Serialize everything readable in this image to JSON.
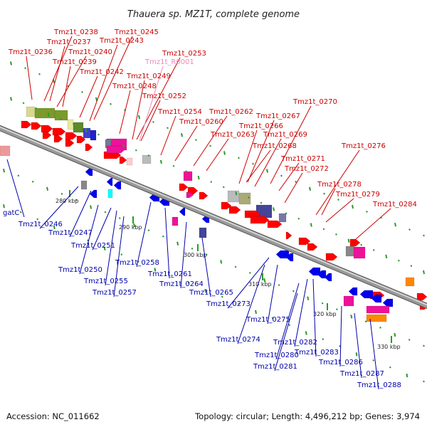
{
  "title": "Thauera sp. MZ1T, complete genome",
  "footer": {
    "accession": "Accession: NC_011662",
    "summary": "Topology: circular; Length: 4,496,212 bp; Genes: 3,974"
  },
  "colors": {
    "forward": "#ff0000",
    "reverse": "#0000ee",
    "rna": "#ee88bb",
    "backbone": "#999999"
  },
  "kbp_labels": [
    "280 kbp",
    "290 kbp",
    "300 kbp",
    "310 kbp",
    "320 kbp",
    "330 kbp"
  ],
  "genes_forward": [
    "Tmz1t_0238",
    "Tmz1t_0245",
    "Tmz1t_0237",
    "Tmz1t_0243",
    "Tmz1t_0236",
    "Tmz1t_0240",
    "Tmz1t_0239",
    "Tmz1t_0253",
    "Tmz1t_0242",
    "Tmz1t_0249",
    "Tmz1t_0248",
    "Tmz1t_0252",
    "Tmz1t_0270",
    "Tmz1t_0254",
    "Tmz1t_0262",
    "Tmz1t_0267",
    "Tmz1t_0260",
    "Tmz1t_0266",
    "Tmz1t_0263",
    "Tmz1t_0269",
    "Tmz1t_0268",
    "Tmz1t_0276",
    "Tmz1t_0271",
    "Tmz1t_0272",
    "Tmz1t_0278",
    "Tmz1t_0279",
    "Tmz1t_0284"
  ],
  "genes_rna": [
    "Tmz1t_R0001"
  ],
  "genes_reverse": [
    "gatC",
    "Tmz1t_0246",
    "Tmz1t_0247",
    "Tmz1t_0251",
    "Tmz1t_0250",
    "Tmz1t_0258",
    "Tmz1t_0255",
    "Tmz1t_0261",
    "Tmz1t_0257",
    "Tmz1t_0264",
    "Tmz1t_0265",
    "Tmz1t_0273",
    "Tmz1t_0275",
    "Tmz1t_0274",
    "Tmz1t_0282",
    "Tmz1t_0283",
    "Tmz1t_0280",
    "Tmz1t_0286",
    "Tmz1t_0281",
    "Tmz1t_0287",
    "Tmz1t_0288"
  ]
}
